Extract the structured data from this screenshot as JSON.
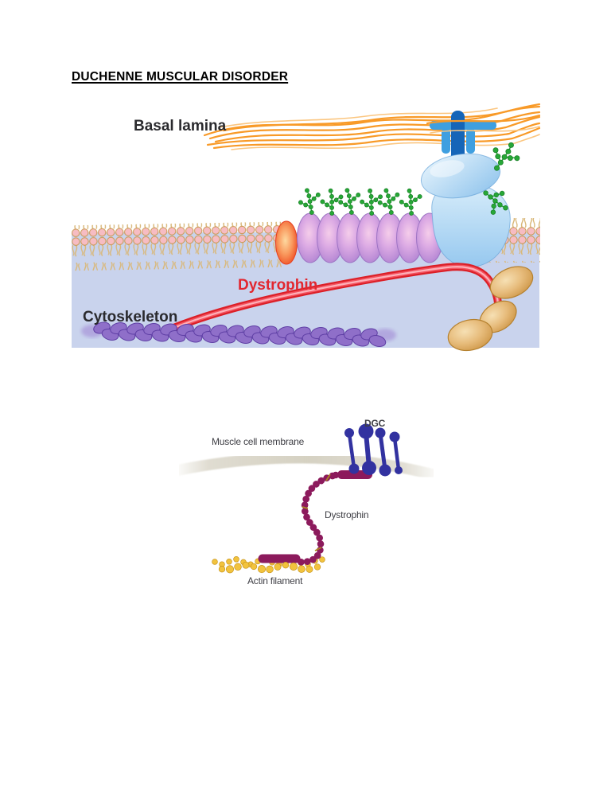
{
  "page": {
    "title": "DUCHENNE MUSCULAR DISORDER",
    "background": "#ffffff"
  },
  "figure1": {
    "name": "dystrophin-glycoprotein-complex-membrane-diagram",
    "labels": {
      "basal_lamina": "Basal lamina",
      "dystrophin": "Dystrophin",
      "cytoskeleton": "Cytoskeleton"
    },
    "colors": {
      "cytoplasm": "#c9d3ed",
      "membrane_head": "#f6bcc3",
      "head_outline": "#c9964e",
      "membrane_tail": "#d9b87a",
      "fiber_orange": "#f89a28",
      "fiber_light": "#fbc680",
      "glycan_green": "#27a737",
      "sarcoglycan_purple": "#c597de",
      "sarcoglycan_outline": "#9e74c4",
      "dystroglycan_blue": "#a8d2f0",
      "dystroglycan_outline": "#5799d3",
      "laminin_dark": "#1565b8",
      "laminin_light": "#3f9fe0",
      "dystrophin_red": "#dc1f27",
      "syntrophin_tan": "#e0ae63",
      "syntrophin_outline": "#b5812f",
      "actin_purple": "#8f6fc9",
      "actin_outline": "#5f3fa5",
      "label_dark": "#2a2a2e",
      "label_red": "#e22730"
    }
  },
  "figure2": {
    "name": "dgc-dystrophin-actin-schematic",
    "labels": {
      "dgc": "DGC",
      "membrane": "Muscle cell membrane",
      "dystrophin": "Dystrophin",
      "actin": "Actin filament"
    },
    "colors": {
      "membrane_gray": "#d5d1c2",
      "dgc_blue": "#3232a0",
      "dystrophin_magenta": "#8c1a5c",
      "actin_yellow": "#f2c33d",
      "actin_outline": "#c8961e",
      "label_dark": "#3e3e44"
    }
  }
}
